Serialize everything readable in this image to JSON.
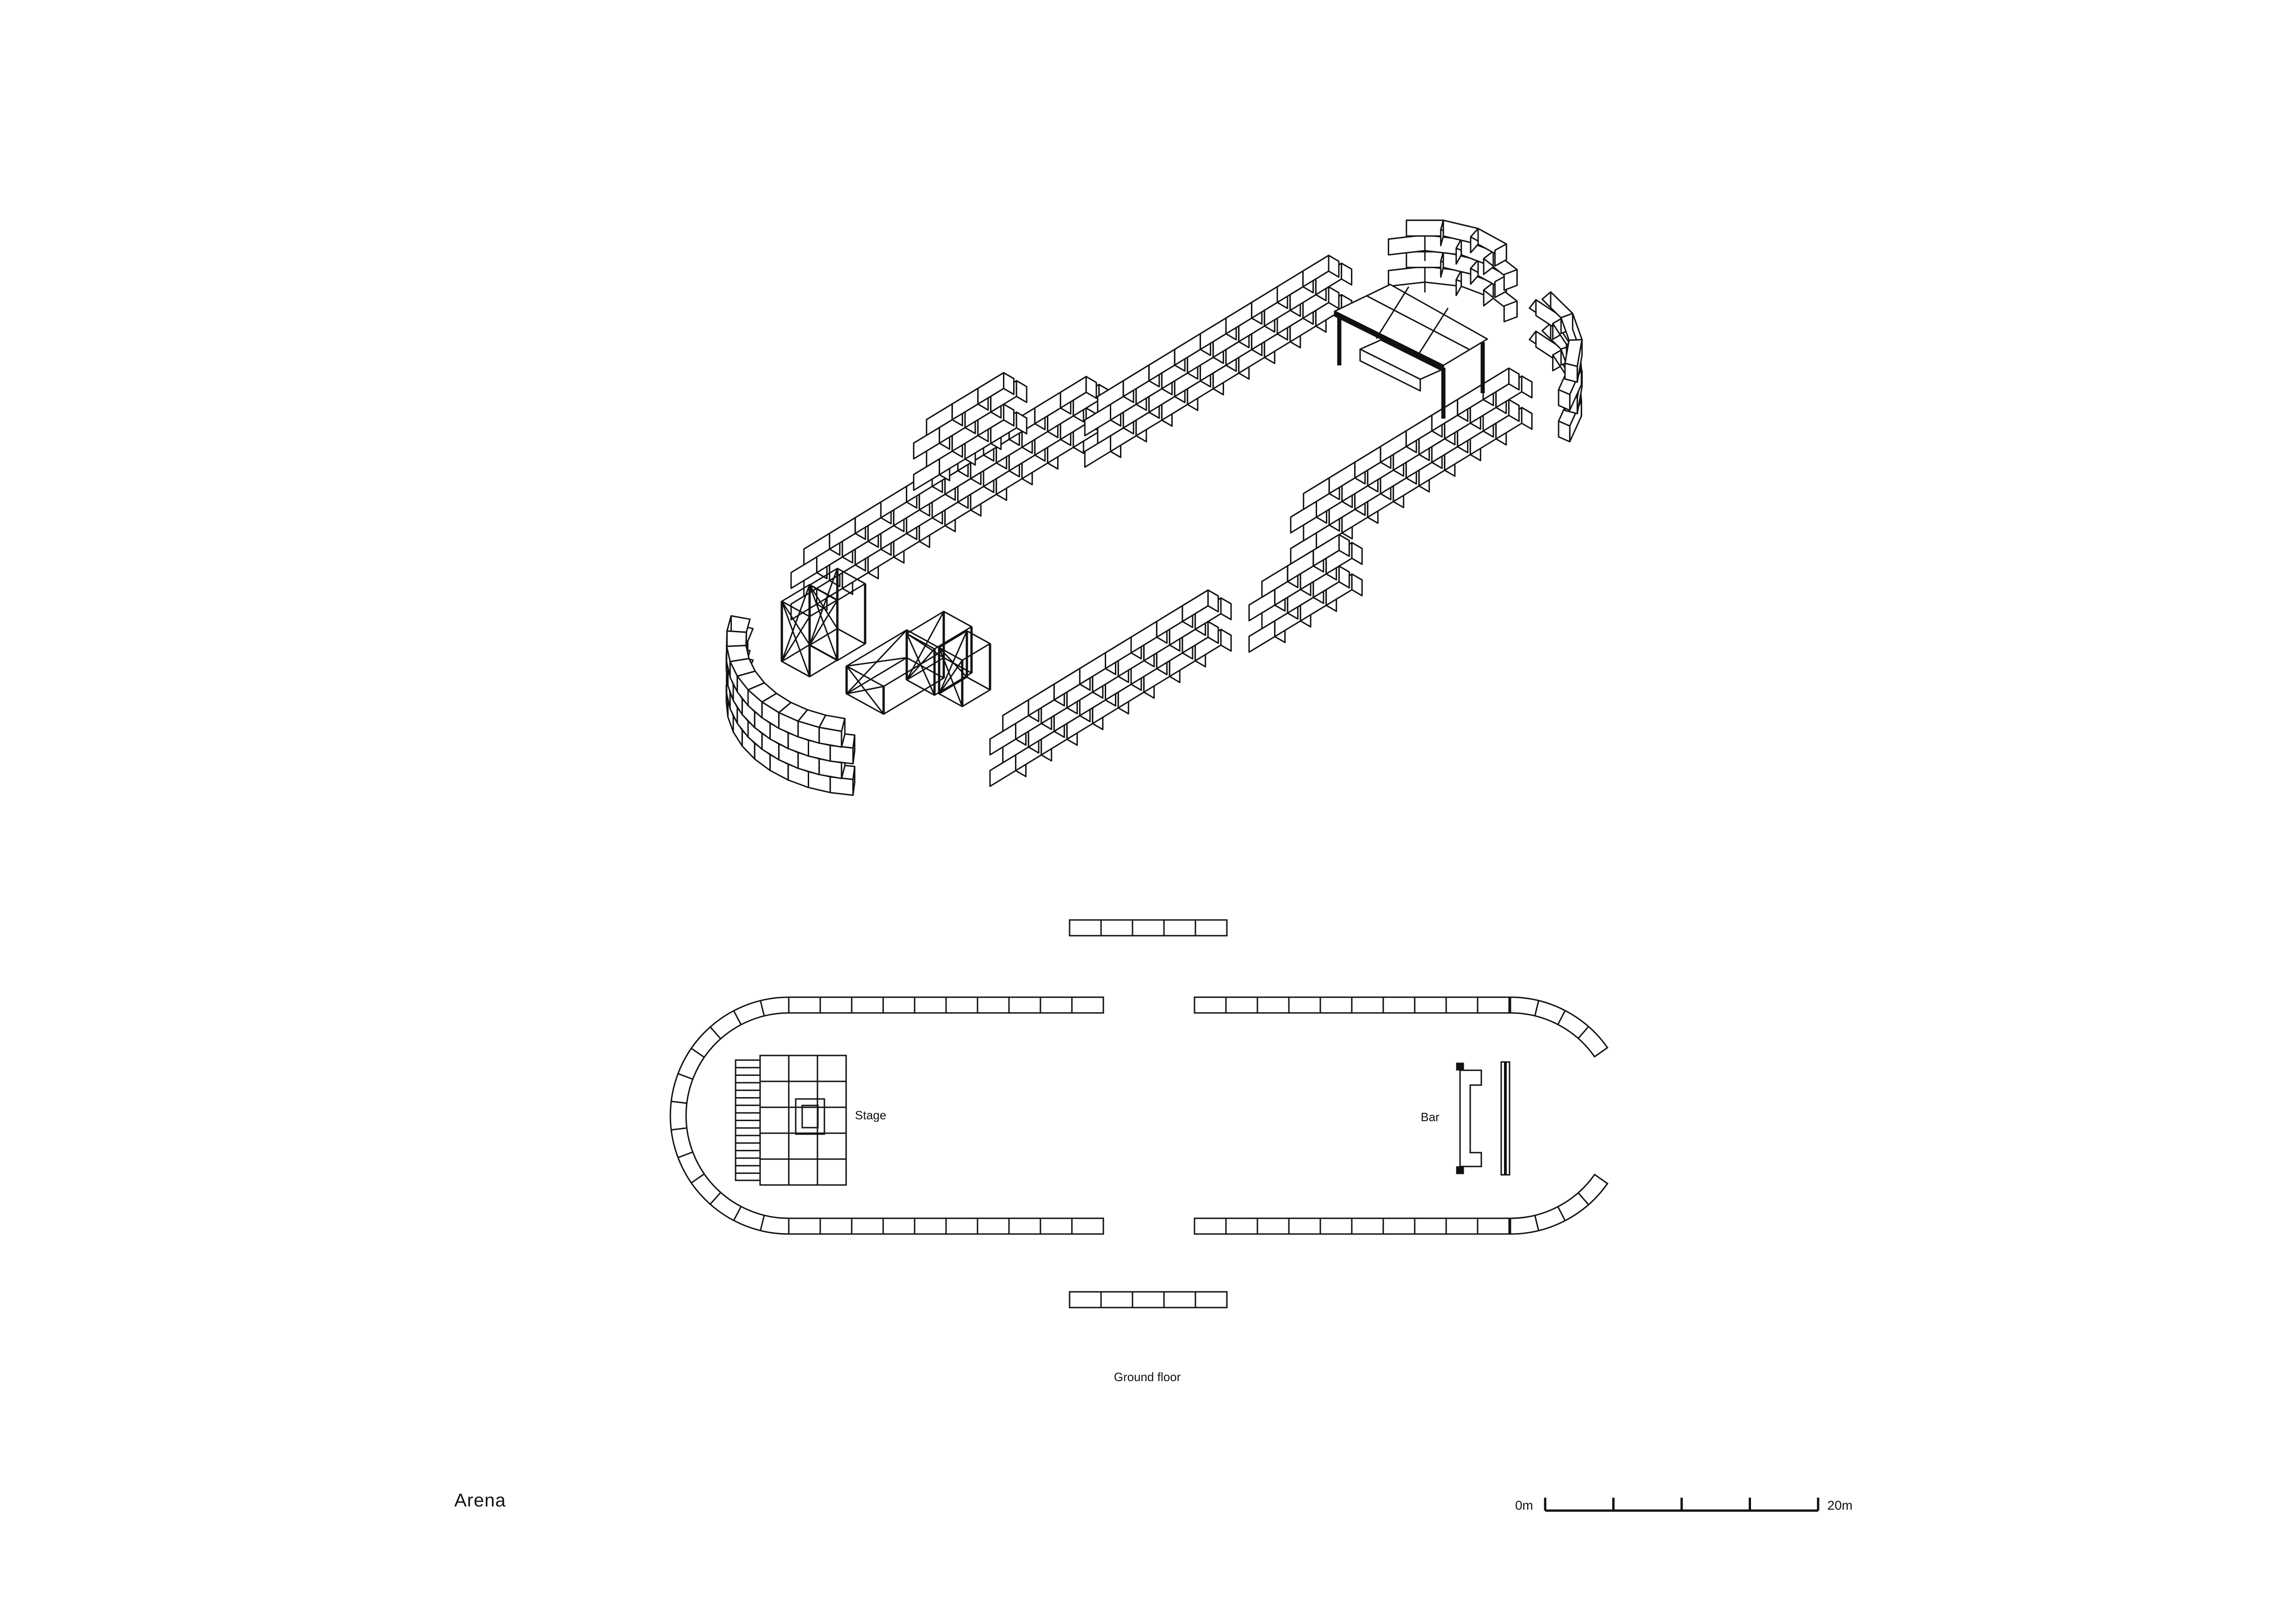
{
  "drawing": {
    "title": "Arena",
    "floor_label": "Ground floor",
    "room_labels": {
      "stage": "Stage",
      "bar": "Bar"
    }
  },
  "scale_bar": {
    "start_label": "0m",
    "end_label": "20m",
    "length_m": 20,
    "divisions": 4
  },
  "colors": {
    "line": "#111111",
    "background": "#ffffff"
  }
}
